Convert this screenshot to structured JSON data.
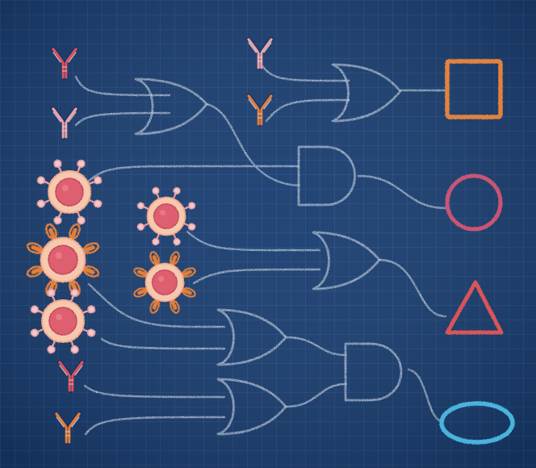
{
  "colors": {
    "board": "#173b6e",
    "board_light": "#1f4a86",
    "grid": "#2a5a96",
    "chalk": "#e4ecf5",
    "antibody_red": "#d9535d",
    "antibody_orange": "#e07f3c",
    "antibody_pink": "#eaa3a7",
    "cell_core": "#dd5f6f",
    "cell_ring": "#f6c9ae",
    "square_output": "#e2823f",
    "circle_output": "#c95474",
    "triangle_output": "#d9555a",
    "ellipse_output": "#48b3de"
  },
  "diagram": {
    "kind": "logic-gate circuit",
    "inputs": [
      {
        "id": "in1",
        "icon": "antibody-icon",
        "color": "red"
      },
      {
        "id": "in2",
        "icon": "antibody-icon",
        "color": "pink"
      },
      {
        "id": "in3",
        "icon": "antibody-icon",
        "color": "pink"
      },
      {
        "id": "in4",
        "icon": "antibody-icon",
        "color": "orange"
      },
      {
        "id": "in5",
        "icon": "virus-cell-icon",
        "spikes": "pink"
      },
      {
        "id": "in6",
        "icon": "virus-cell-icon",
        "spikes": "pink"
      },
      {
        "id": "in7",
        "icon": "virus-cell-icon",
        "spikes": "orange"
      },
      {
        "id": "in8",
        "icon": "virus-cell-icon",
        "spikes": "orange"
      },
      {
        "id": "in9",
        "icon": "virus-cell-icon",
        "spikes": "pink"
      },
      {
        "id": "in10",
        "icon": "antibody-icon",
        "color": "red"
      },
      {
        "id": "in11",
        "icon": "antibody-icon",
        "color": "orange"
      }
    ],
    "gates": [
      {
        "id": "g1",
        "type": "OR",
        "inputs": [
          "in1",
          "in2"
        ]
      },
      {
        "id": "g2",
        "type": "OR",
        "inputs": [
          "in3",
          "in4"
        ]
      },
      {
        "id": "g3",
        "type": "AND",
        "inputs": [
          "in5",
          "g1"
        ]
      },
      {
        "id": "g4",
        "type": "OR",
        "inputs": [
          "in6",
          "in8"
        ]
      },
      {
        "id": "g5",
        "type": "OR",
        "inputs": [
          "in7",
          "in9"
        ]
      },
      {
        "id": "g6",
        "type": "OR",
        "inputs": [
          "in10",
          "in11"
        ]
      },
      {
        "id": "g7",
        "type": "AND",
        "inputs": [
          "g5",
          "g6"
        ]
      }
    ],
    "outputs": [
      {
        "id": "out1",
        "shape": "square",
        "from": "g2"
      },
      {
        "id": "out2",
        "shape": "circle",
        "from": "g3"
      },
      {
        "id": "out3",
        "shape": "triangle",
        "from": "g4"
      },
      {
        "id": "out4",
        "shape": "ellipse",
        "from": "g7"
      }
    ]
  }
}
